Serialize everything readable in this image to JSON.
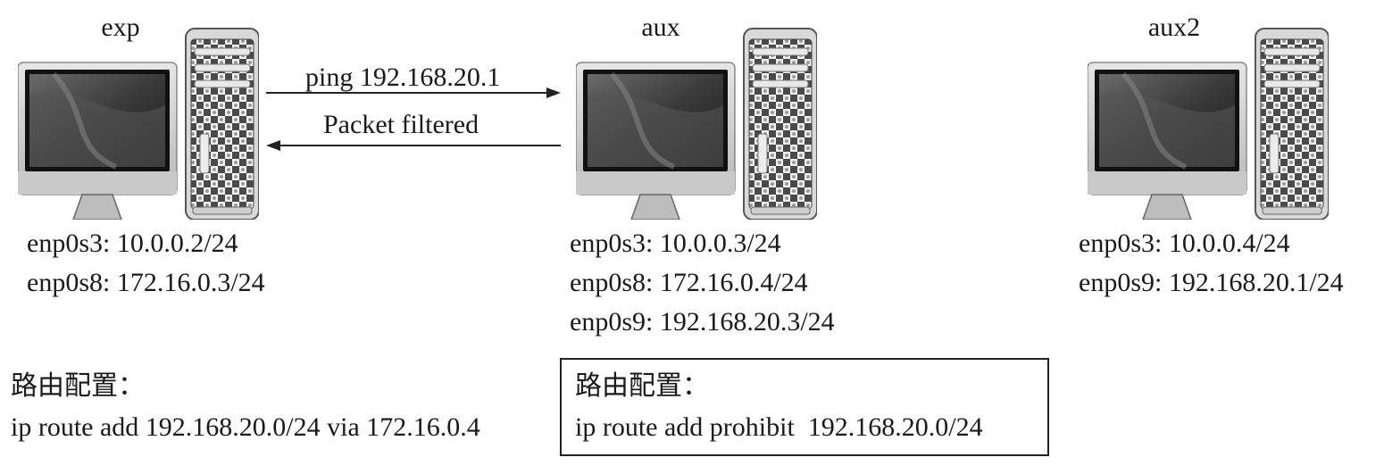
{
  "hosts": [
    {
      "name": "exp",
      "interfaces": [
        "enp0s3: 10.0.0.2/24",
        "enp0s8: 172.16.0.3/24"
      ]
    },
    {
      "name": "aux",
      "interfaces": [
        "enp0s3: 10.0.0.3/24",
        "enp0s8: 172.16.0.4/24",
        "enp0s9: 192.168.20.3/24"
      ]
    },
    {
      "name": "aux2",
      "interfaces": [
        "enp0s3: 10.0.0.4/24",
        "enp0s9: 192.168.20.1/24"
      ]
    }
  ],
  "arrows": {
    "request": "ping 192.168.20.1",
    "reply": "Packet filtered"
  },
  "routing": {
    "exp": {
      "heading": "路由配置：",
      "command": "ip route add 192.168.20.0/24 via 172.16.0.4"
    },
    "aux": {
      "heading": "路由配置：",
      "command": "ip route add prohibit  192.168.20.0/24"
    }
  }
}
